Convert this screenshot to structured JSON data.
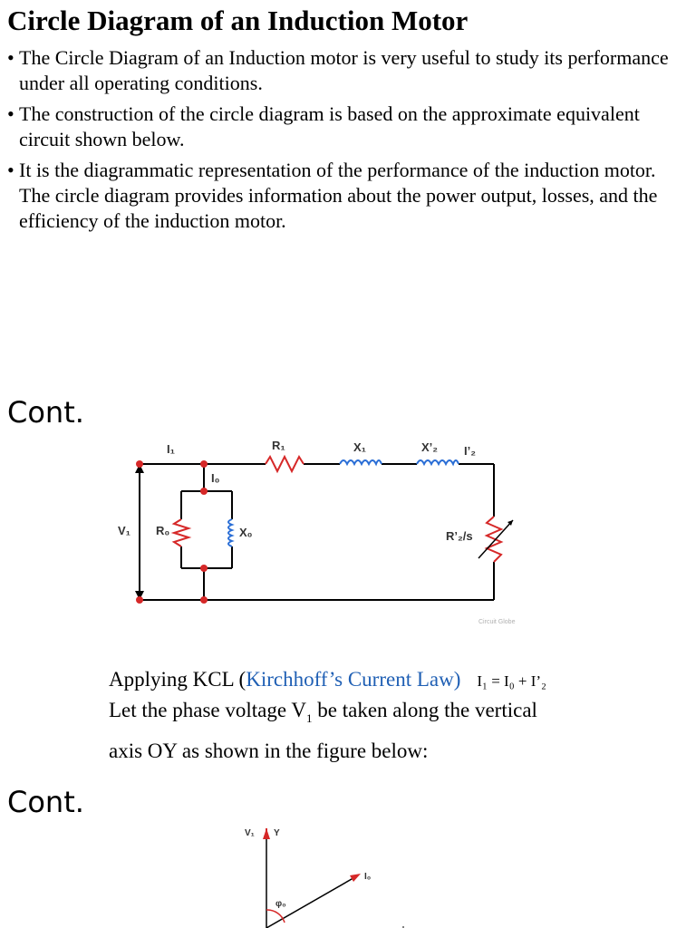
{
  "slide1": {
    "title": "Circle Diagram of an Induction Motor",
    "bullets": [
      "The Circle Diagram of an Induction motor is very useful to study its performance under all operating conditions.",
      "The construction of the circle diagram is based on the approximate equivalent circuit shown below.",
      "It is the diagrammatic representation of the performance of the induction motor. The circle diagram provides information about the power output, losses, and the efficiency of the induction motor."
    ]
  },
  "slide2": {
    "heading": "Cont.",
    "circuit_labels": {
      "i1": "I₁",
      "r1": "R₁",
      "x1": "X₁",
      "x2": "X’₂",
      "i2": "I’₂",
      "i0": "I₀",
      "v1": "V₁",
      "r0": "R₀",
      "x0": "X₀",
      "r2s": "R’₂/s",
      "watermark": "Circuit Globe"
    },
    "kcl_prefix": "Applying KCL (",
    "kcl_link": "Kirchhoff’s Current Law)",
    "kcl_equation": "I₁ = I₀ + I’₂",
    "line2_a": "Let the phase voltage V",
    "line2_sub": "1",
    "line2_b": " be taken along the vertical",
    "line3": "axis OY as shown in the figure below:"
  },
  "slide3": {
    "heading": "Cont.",
    "labels": {
      "v1": "V₁",
      "y": "Y",
      "i0": "I₀",
      "phi0": "φ₀"
    }
  },
  "colors": {
    "accent_red": "#d62828",
    "link_blue": "#1f5fb4",
    "coil_blue": "#2a6ed6"
  }
}
